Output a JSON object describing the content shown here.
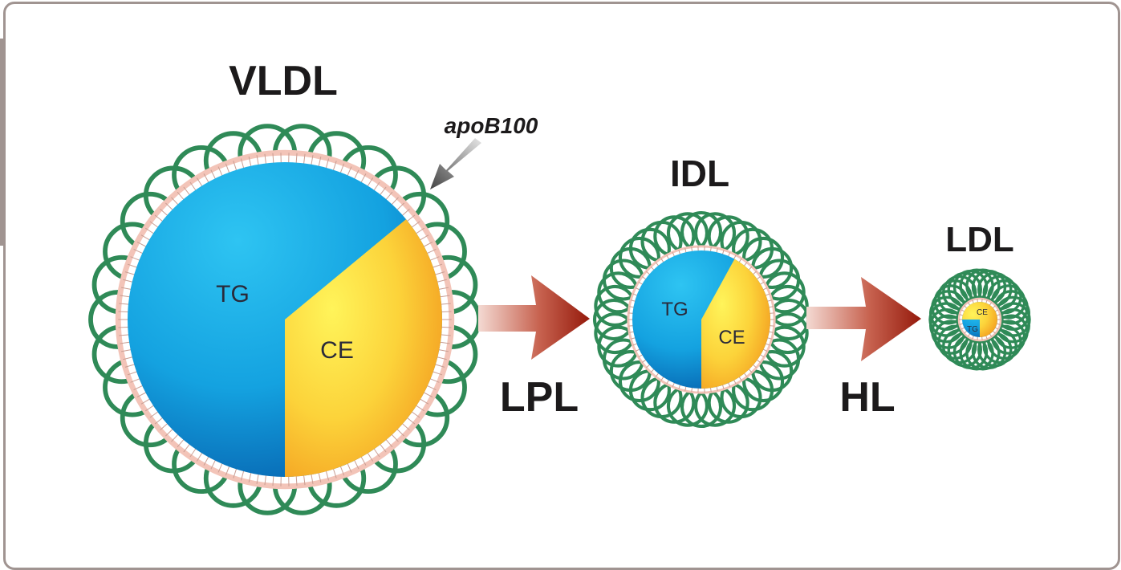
{
  "figure": {
    "title": "Lipoprotein conversion: VLDL to IDL to LDL",
    "particles": [
      {
        "id": "vldl",
        "label": "VLDL",
        "components": {
          "tg": "TG",
          "ce": "CE"
        },
        "ce_fraction": 0.36
      },
      {
        "id": "idl",
        "label": "IDL",
        "components": {
          "tg": "TG",
          "ce": "CE"
        },
        "ce_fraction": 0.42
      },
      {
        "id": "ldl",
        "label": "LDL",
        "components": {
          "tg": "TG",
          "ce": "CE"
        },
        "ce_fraction": 0.75
      }
    ],
    "apoprotein_label": "apoB100",
    "enzymes": [
      {
        "id": "lpl",
        "label": "LPL",
        "from": "VLDL",
        "to": "IDL"
      },
      {
        "id": "hl",
        "label": "HL",
        "from": "IDL",
        "to": "LDL"
      }
    ],
    "colors": {
      "tg_light": "#21b6ea",
      "tg_dark": "#0a6fb8",
      "ce_light": "#fff04a",
      "ce_dark": "#f39c1e",
      "apob_ring": "#2f8a57",
      "phospholipid": "#f3c4b8",
      "arrow_light": "#f2d3cc",
      "arrow_dark": "#9b1e0f",
      "frame": "#a09491",
      "text": "#1c1a1b"
    }
  }
}
